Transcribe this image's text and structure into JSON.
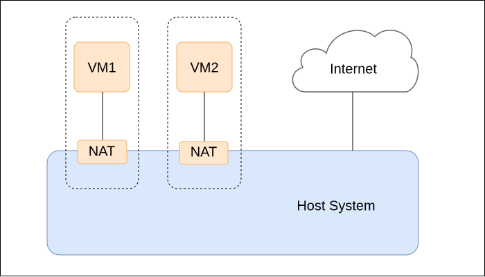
{
  "diagram": {
    "host": {
      "label": "Host System",
      "fill": "#dae8fc",
      "stroke": "#6c8ebf"
    },
    "internet": {
      "label": "Internet",
      "fill": "#ffffff",
      "stroke": "#666666"
    },
    "vms": [
      {
        "label": "VM1",
        "nat_label": "NAT"
      },
      {
        "label": "VM2",
        "nat_label": "NAT"
      }
    ],
    "colors": {
      "node_fill": "#ffe6cc",
      "node_stroke": "#f0b26b",
      "line": "#000000",
      "group_border": "#000000"
    }
  }
}
